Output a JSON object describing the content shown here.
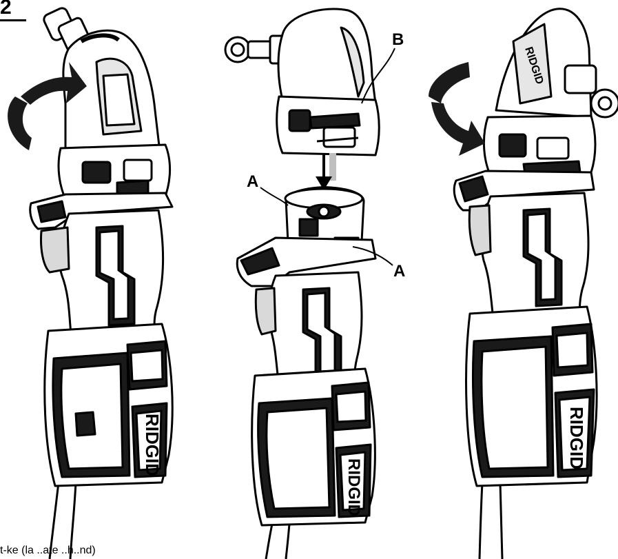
{
  "figure": {
    "label": "2"
  },
  "callouts": {
    "a_top": "A",
    "a_right": "A",
    "b": "B"
  },
  "brand": {
    "name": "RIDGID"
  },
  "caption": "t-ke (la ..ate ..h..nd)",
  "icons": {
    "left_rotation": "counterclockwise-rotate-arrow-icon",
    "right_rotation": "clockwise-rotate-arrow-icon",
    "install_direction": "down-arrow-icon"
  },
  "colors": {
    "line": "#000000",
    "fill": "#1a1a1a",
    "background": "#ffffff",
    "shade": "#bfbfbf"
  }
}
